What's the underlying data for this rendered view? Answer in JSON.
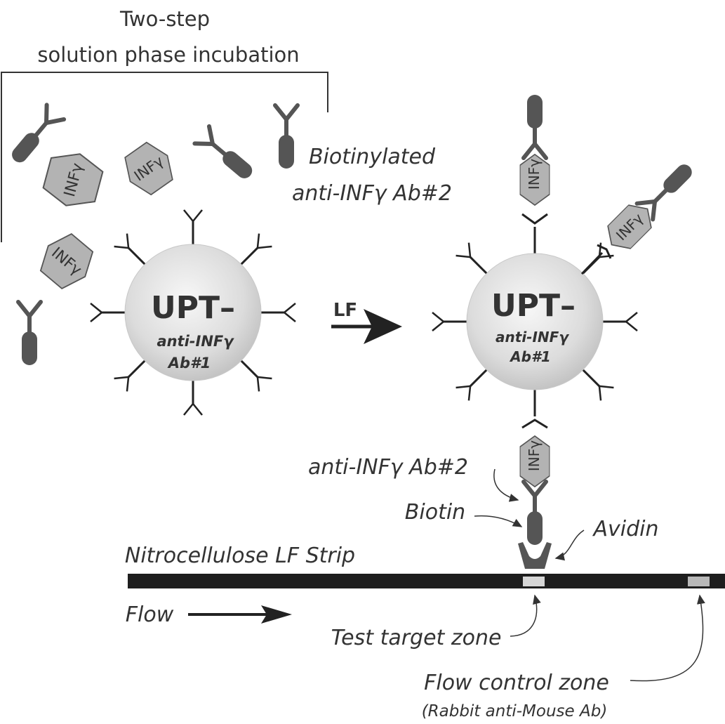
{
  "title": {
    "line1": "Two-step",
    "line2": "solution phase incubation"
  },
  "labels": {
    "biotinylated_line1": "Biotinylated",
    "biotinylated_line2": "anti-INFγ Ab#2",
    "lf_arrow": "LF",
    "anti_inf_ab2": "anti-INFγ Ab#2",
    "biotin": "Biotin",
    "avidin": "Avidin",
    "strip": "Nitrocellulose LF Strip",
    "flow": "Flow",
    "test_zone": "Test target zone",
    "control_zone": "Flow control zone",
    "control_zone_sub": "(Rabbit anti-Mouse Ab)"
  },
  "particle": {
    "line1": "UPT–",
    "line2": "anti-INFγ",
    "line3": "Ab#1"
  },
  "antigen": {
    "label": "INFγ"
  },
  "colors": {
    "antibody": "#555555",
    "antigen_fill": "#b3b3b3",
    "strip": "#1e1e1e",
    "zone": "#cfcfcf",
    "particle_edge": "#bdbdbd"
  }
}
